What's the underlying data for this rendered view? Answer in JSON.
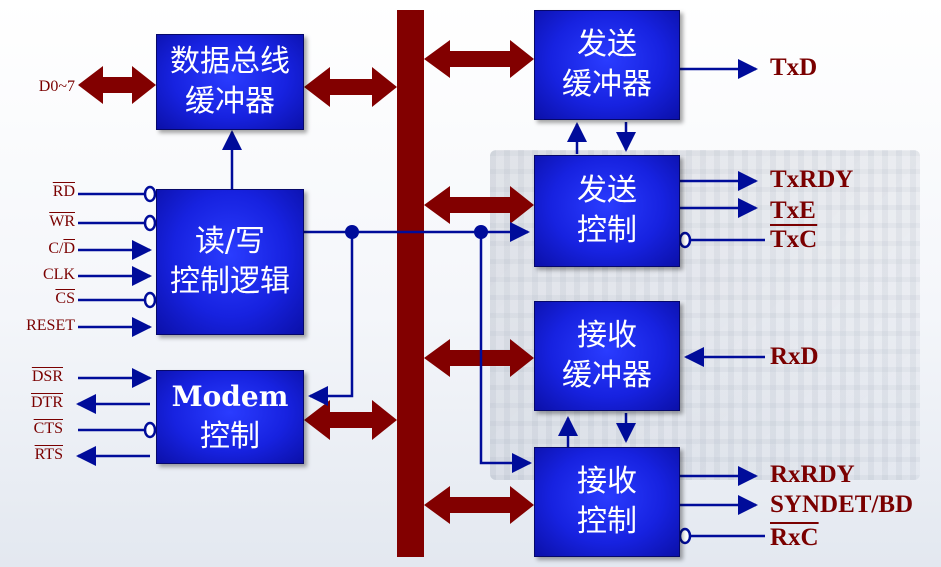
{
  "blocks": {
    "data_bus_buffer": {
      "line1": "数据总线",
      "line2": "缓冲器"
    },
    "rw_logic": {
      "line1": "读/写",
      "line2": "控制逻辑"
    },
    "modem_control": {
      "line1": "Modem",
      "line2": "控制"
    },
    "send_buffer": {
      "line1": "发送",
      "line2": "缓冲器"
    },
    "send_control": {
      "line1": "发送",
      "line2": "控制"
    },
    "receive_buffer": {
      "line1": "接收",
      "line2": "缓冲器"
    },
    "receive_control": {
      "line1": "接收",
      "line2": "控制"
    }
  },
  "signals_left": {
    "d0_7": "D0~7",
    "rd": "RD",
    "wr": "WR",
    "cd_prefix": "C/",
    "cd_overlined": "D",
    "clk": "CLK",
    "cs": "CS",
    "reset": "RESET",
    "dsr": "DSR",
    "dtr": "DTR",
    "cts": "CTS",
    "rts": "RTS"
  },
  "signals_right": {
    "txd": "TxD",
    "txrdy": "TxRDY",
    "txe": "TxE",
    "txc": "TxC",
    "rxd": "RxD",
    "rxrdy": "RxRDY",
    "syndet": "SYNDET/BD",
    "rxc": "RxC"
  },
  "colors": {
    "block_fill": "#1722e0",
    "bus": "#820000",
    "wire": "#000c9a",
    "label_text": "#7a0000"
  }
}
